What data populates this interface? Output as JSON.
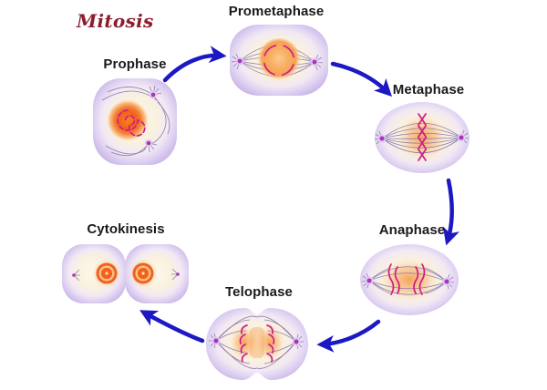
{
  "title": {
    "text": "Mitosis"
  },
  "phases": [
    {
      "id": "prophase",
      "label": "Prophase"
    },
    {
      "id": "prometaphase",
      "label": "Prometaphase"
    },
    {
      "id": "metaphase",
      "label": "Metaphase"
    },
    {
      "id": "anaphase",
      "label": "Anaphase"
    },
    {
      "id": "telophase",
      "label": "Telophase"
    },
    {
      "id": "cytokinesis",
      "label": "Cytokinesis"
    }
  ],
  "arrows": [
    {
      "from": "Prophase",
      "to": "Prometaphase"
    },
    {
      "from": "Prometaphase",
      "to": "Metaphase"
    },
    {
      "from": "Metaphase",
      "to": "Anaphase"
    },
    {
      "from": "Anaphase",
      "to": "Telophase"
    },
    {
      "from": "Telophase",
      "to": "Cytokinesis"
    }
  ],
  "colors": {
    "title": "#8b1e2d",
    "phase_label": "#1a1a1a",
    "arrow": "#1c19c4",
    "cell_membrane": "#cab7e7",
    "cytoplasm": "#faf1df",
    "nucleus_orange": "#f1611f",
    "chromosome_magenta": "#cf1d85",
    "centrosome_magenta": "#a834bd",
    "spindle_fiber": "#8473a9",
    "background": "#ffffff"
  }
}
